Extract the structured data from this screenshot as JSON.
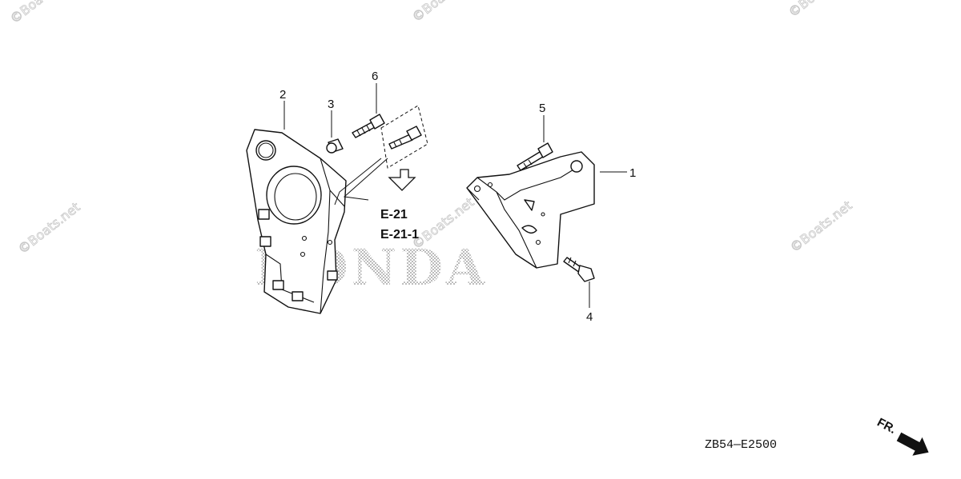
{
  "watermark": "©Boats.net",
  "brand_logo": "HONDA",
  "callouts": [
    "1",
    "2",
    "3",
    "4",
    "5",
    "6"
  ],
  "refs": [
    "E-21",
    "E-21-1"
  ],
  "diagram_code": "ZB54—E2500",
  "front_marker": "FR."
}
